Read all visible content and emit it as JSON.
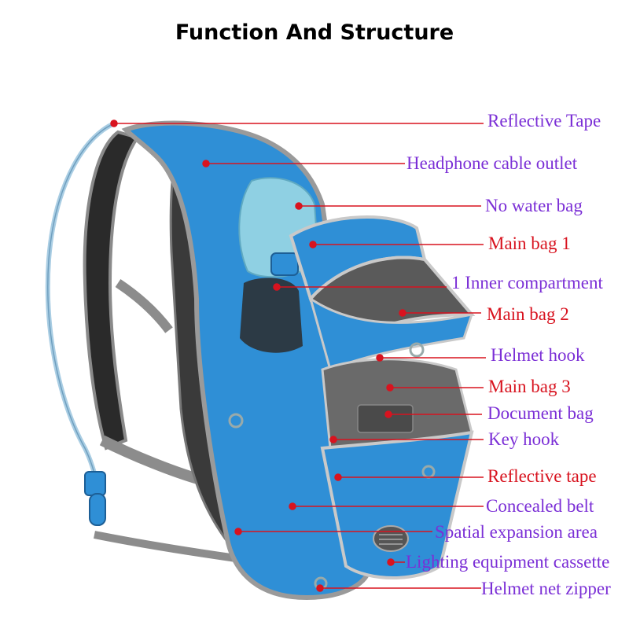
{
  "title": "Function And Structure",
  "colors": {
    "pack_blue": "#2f8fd6",
    "trim_gray": "#9a9a9a",
    "leader_red": "#d8131f",
    "label_purple": "#7b2fd6",
    "label_red": "#d8131f"
  },
  "labels": [
    {
      "text": "Reflective Tape",
      "color": "purple"
    },
    {
      "text": "Headphone cable outlet",
      "color": "purple"
    },
    {
      "text": "No water bag",
      "color": "purple"
    },
    {
      "text": "Main bag 1",
      "color": "red"
    },
    {
      "text": "1 Inner compartment",
      "color": "purple"
    },
    {
      "text": "Main bag 2",
      "color": "red"
    },
    {
      "text": "Helmet hook",
      "color": "purple"
    },
    {
      "text": "Main bag 3",
      "color": "red"
    },
    {
      "text": "Document bag",
      "color": "purple"
    },
    {
      "text": "Key hook",
      "color": "purple"
    },
    {
      "text": "Reflective tape",
      "color": "red"
    },
    {
      "text": "Concealed belt",
      "color": "purple"
    },
    {
      "text": "Spatial expansion area",
      "color": "purple"
    },
    {
      "text": "Lighting equipment cassette",
      "color": "purple"
    },
    {
      "text": "Helmet net zipper",
      "color": "purple"
    }
  ]
}
